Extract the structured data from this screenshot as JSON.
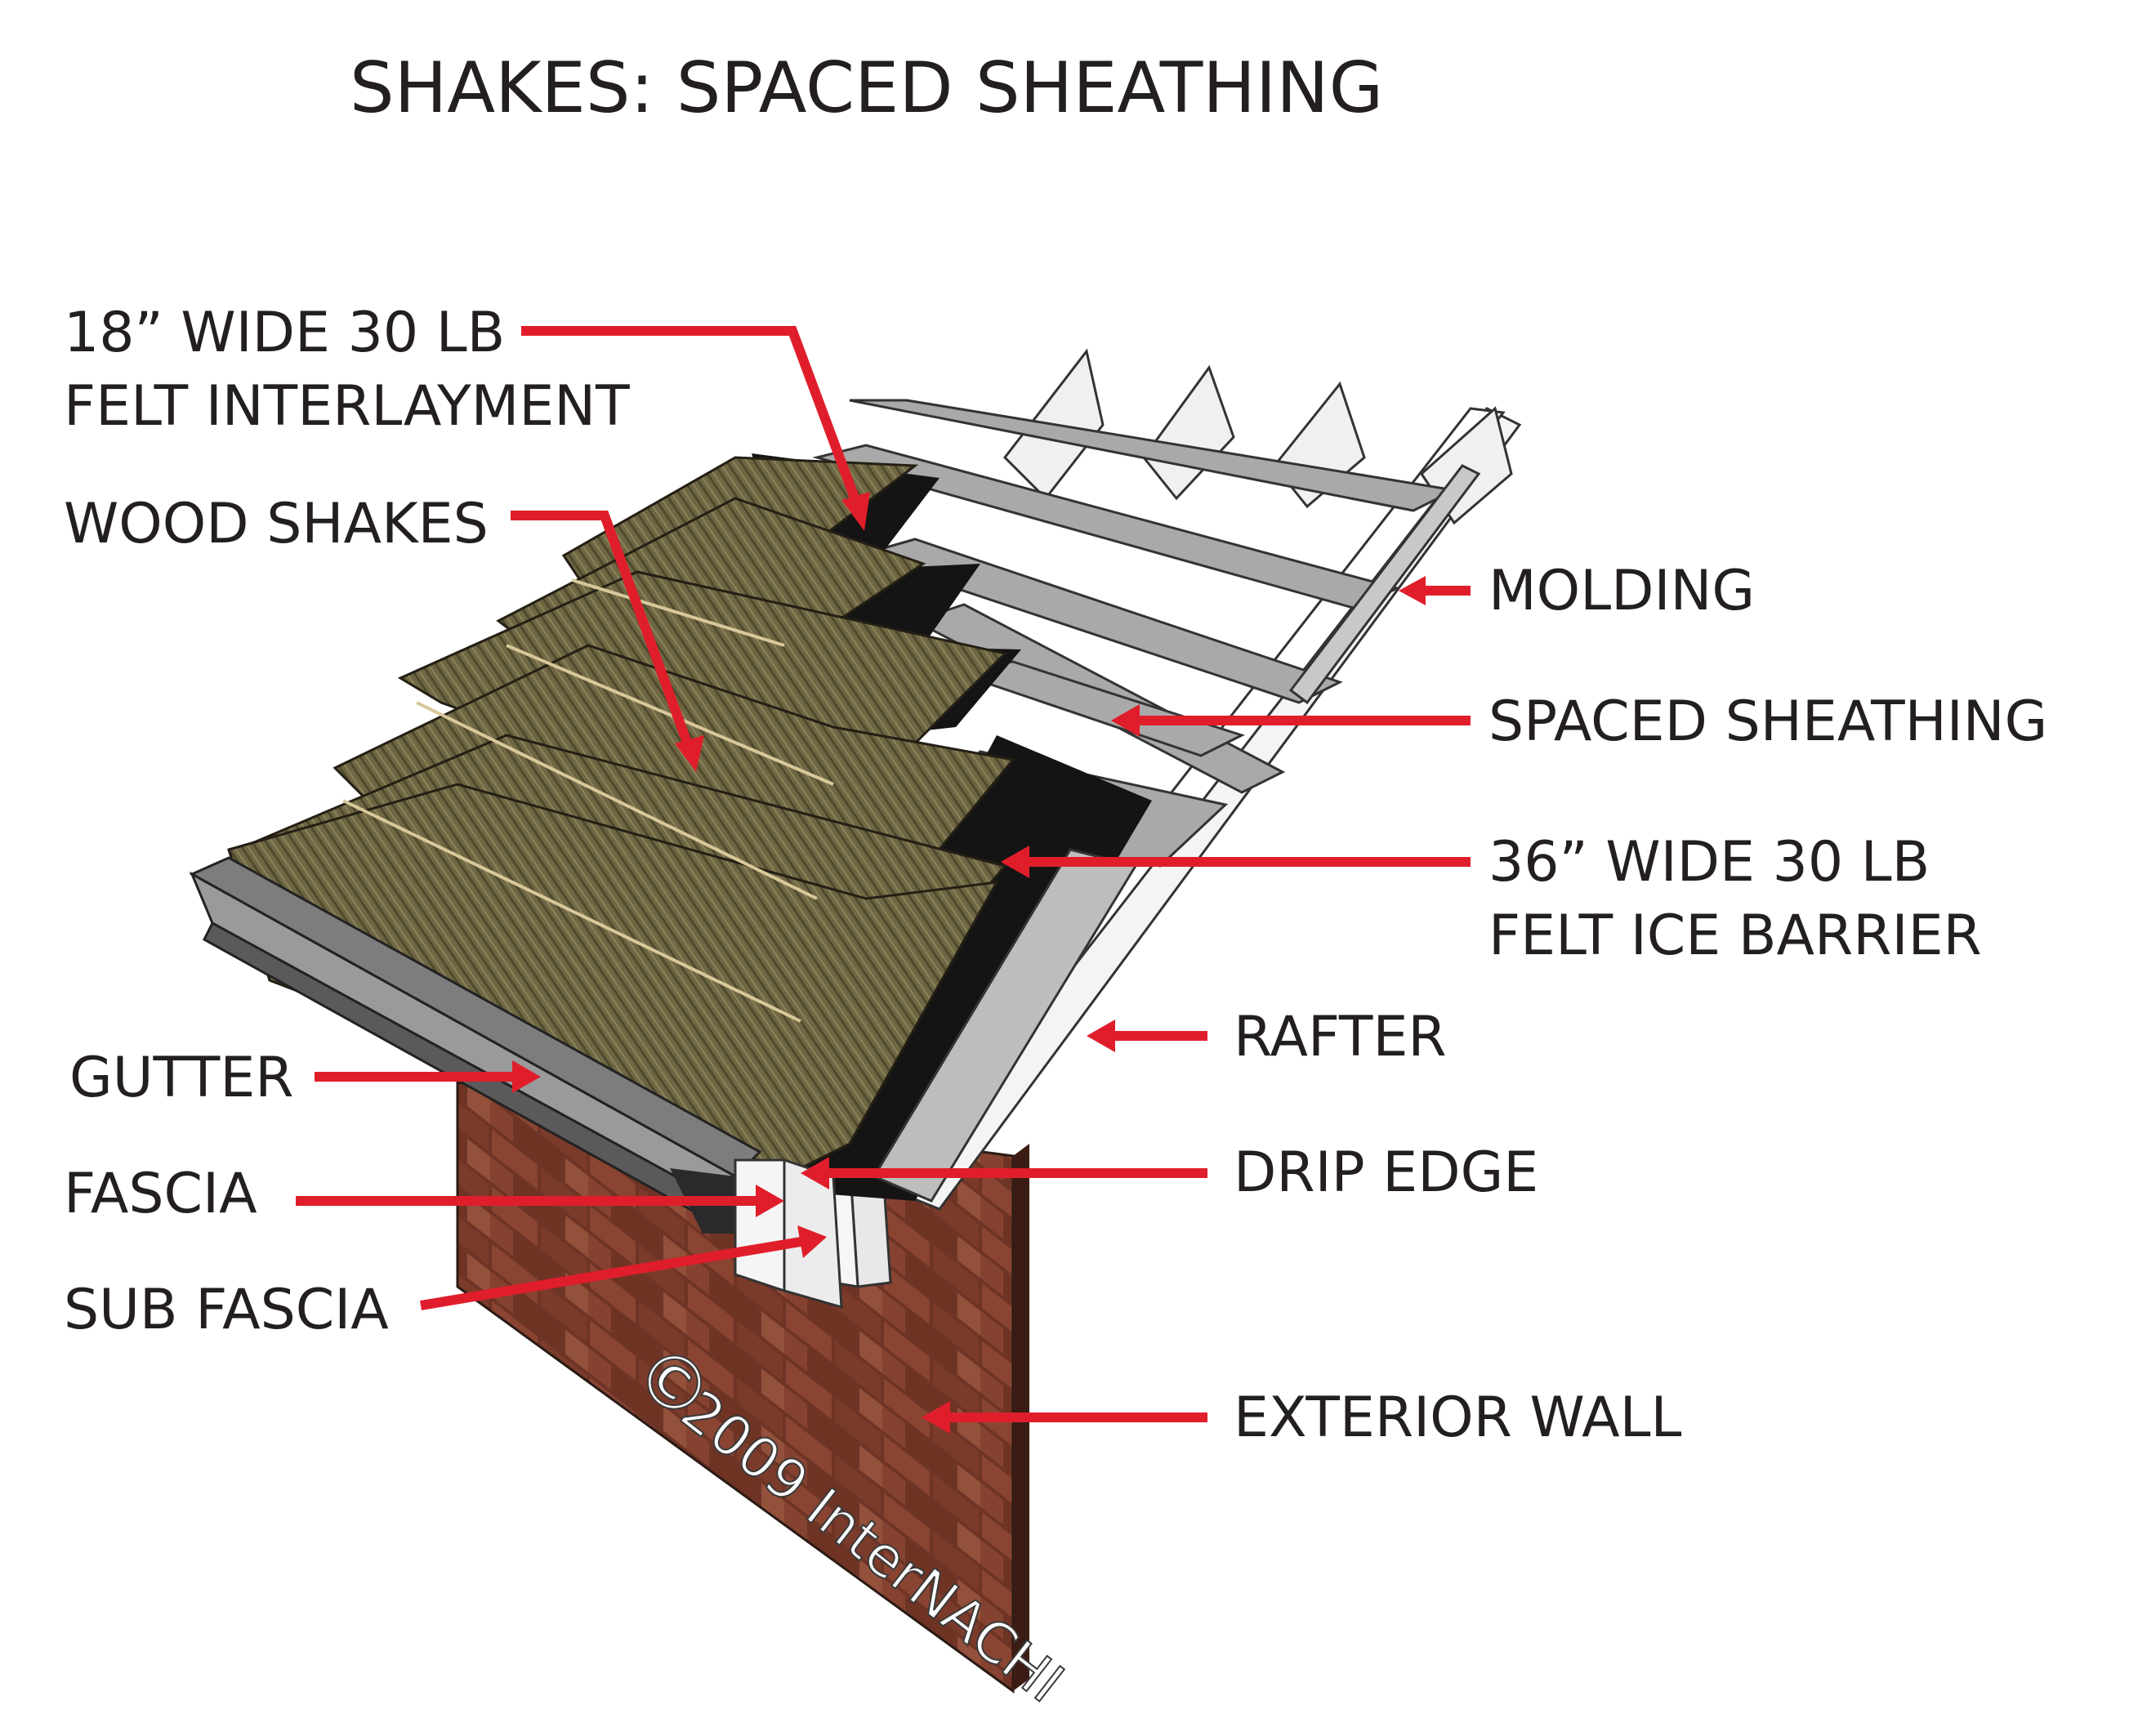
{
  "title": "SHAKES: SPACED SHEATHING",
  "labels": {
    "felt_interlayment": [
      "18” WIDE 30 LB",
      "FELT INTERLAYMENT"
    ],
    "wood_shakes": "WOOD SHAKES",
    "molding": "MOLDING",
    "spaced_sheathing": "SPACED SHEATHING",
    "ice_barrier": [
      "36” WIDE 30 LB",
      "FELT ICE BARRIER"
    ],
    "rafter": "RAFTER",
    "gutter": "GUTTER",
    "drip_edge": "DRIP EDGE",
    "fascia": "FASCIA",
    "sub_fascia": "SUB FASCIA",
    "exterior_wall": "EXTERIOR WALL"
  },
  "copyright": {
    "symbol": "©",
    "text": "2009 InterNACHI"
  },
  "colors": {
    "leader": "#e01e2b",
    "text": "#231f20",
    "shake": "#6b6440",
    "felt": "#141414",
    "sheathing": "#a7a7a7",
    "rafter": "#f2f2f2",
    "brick": "#7a3a2a",
    "gutter": "#7d7d7d"
  }
}
